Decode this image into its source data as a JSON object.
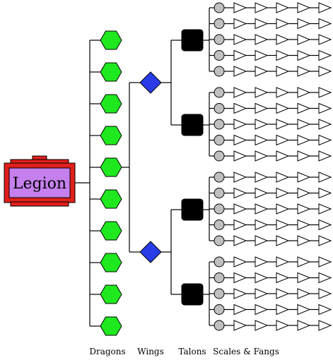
{
  "root": {
    "label": "Legion",
    "frame_color": "#e0201a",
    "fill_color": "#c580ee"
  },
  "levels": [
    {
      "key": "dragons",
      "label": "Dragons",
      "count": 10,
      "color": "#1fe81f",
      "shape": "hexagon"
    },
    {
      "key": "wings",
      "label": "Wings",
      "count": 2,
      "color": "#2a3ce8",
      "shape": "diamond"
    },
    {
      "key": "talons",
      "label": "Talons",
      "count": 4,
      "color": "#000000",
      "shape": "rounded-square"
    },
    {
      "key": "scales_fangs",
      "label": "Scales & Fangs",
      "count": 20,
      "color": "#c0c0c0",
      "shape": "circle"
    }
  ],
  "scale_chain": {
    "triangles_per_row": 5,
    "triangle_color": "#ffffff"
  },
  "colors": {
    "line": "#000000",
    "background": "#ffffff"
  }
}
